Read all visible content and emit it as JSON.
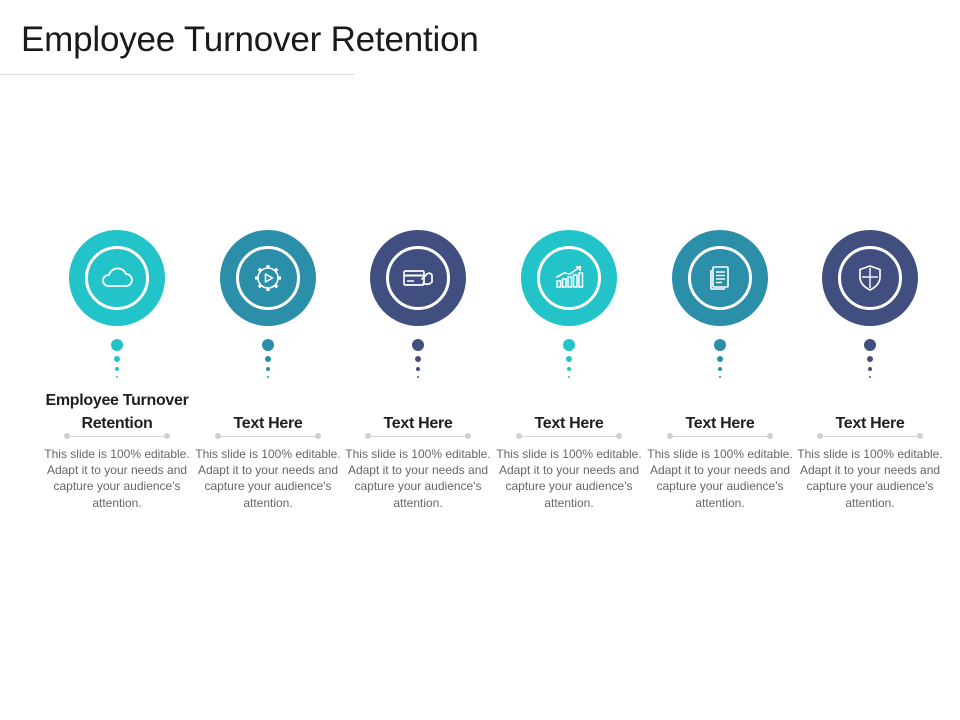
{
  "title": "Employee Turnover Retention",
  "colors": {
    "teal": "#22c4c9",
    "blue_teal": "#2b8fa9",
    "navy": "#414f80"
  },
  "items": [
    {
      "heading": "Employee Turnover Retention",
      "text": "This slide is 100% editable. Adapt it to your needs and capture your audience's attention.",
      "icon": "cloud-icon",
      "color": "#22c4c9"
    },
    {
      "heading": "Text Here",
      "text": "This slide is 100% editable. Adapt it to your needs and capture your audience's attention.",
      "icon": "gear-play-icon",
      "color": "#2b8fa9"
    },
    {
      "heading": "Text Here",
      "text": "This slide is 100% editable. Adapt it to your needs and capture your audience's attention.",
      "icon": "card-payment-icon",
      "color": "#414f80"
    },
    {
      "heading": "Text Here",
      "text": "This slide is 100% editable. Adapt it to your needs and capture your audience's attention.",
      "icon": "growth-chart-icon",
      "color": "#22c4c9"
    },
    {
      "heading": "Text Here",
      "text": "This slide is 100% editable. Adapt it to your needs and capture your audience's attention.",
      "icon": "document-icon",
      "color": "#2b8fa9"
    },
    {
      "heading": "Text Here",
      "text": "This slide is 100% editable. Adapt it to your needs and capture your audience's attention.",
      "icon": "shield-icon",
      "color": "#414f80"
    }
  ]
}
